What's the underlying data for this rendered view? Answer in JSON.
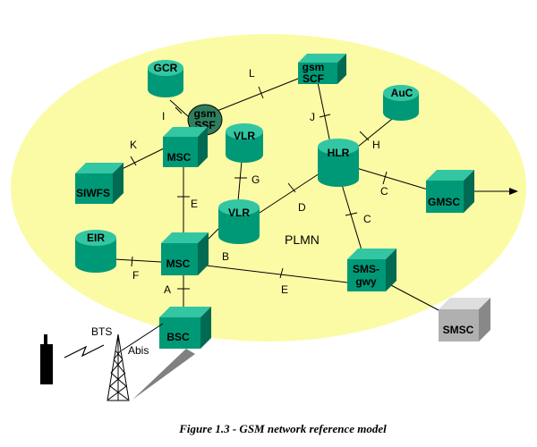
{
  "title": "Figure 1.3 - GSM network reference model",
  "region_label": "PLMN",
  "nodes": {
    "gcr": "GCR",
    "gsmscf": [
      "gsm",
      "SCF"
    ],
    "auc": "AuC",
    "gsmssf": [
      "gsm",
      "SSF"
    ],
    "vlr1": "VLR",
    "msc1": "MSC",
    "hlr": "HLR",
    "siwfs": "SIWFS",
    "gmsc": "GMSC",
    "vlr2": "VLR",
    "eir": "EIR",
    "msc2": "MSC",
    "smsgwy": [
      "SMS-",
      "gwy"
    ],
    "bsc": "BSC",
    "smsc": "SMSC",
    "bts": "BTS"
  },
  "interfaces": {
    "L": "L",
    "I": "I",
    "J": "J",
    "H": "H",
    "K": "K",
    "G": "G",
    "C1": "C",
    "D": "D",
    "E1": "E",
    "C2": "C",
    "B": "B",
    "F": "F",
    "A": "A",
    "E2": "E",
    "Abis": "Abis"
  },
  "colors": {
    "ellipse": "#fbfba6",
    "node_front": "#009977",
    "node_top": "#33c6a2",
    "node_side": "#006a52",
    "ssf": "#2f7e5e",
    "smsc_front": "#b0b0b0",
    "smsc_top": "#dedede",
    "smsc_side": "#888888"
  }
}
